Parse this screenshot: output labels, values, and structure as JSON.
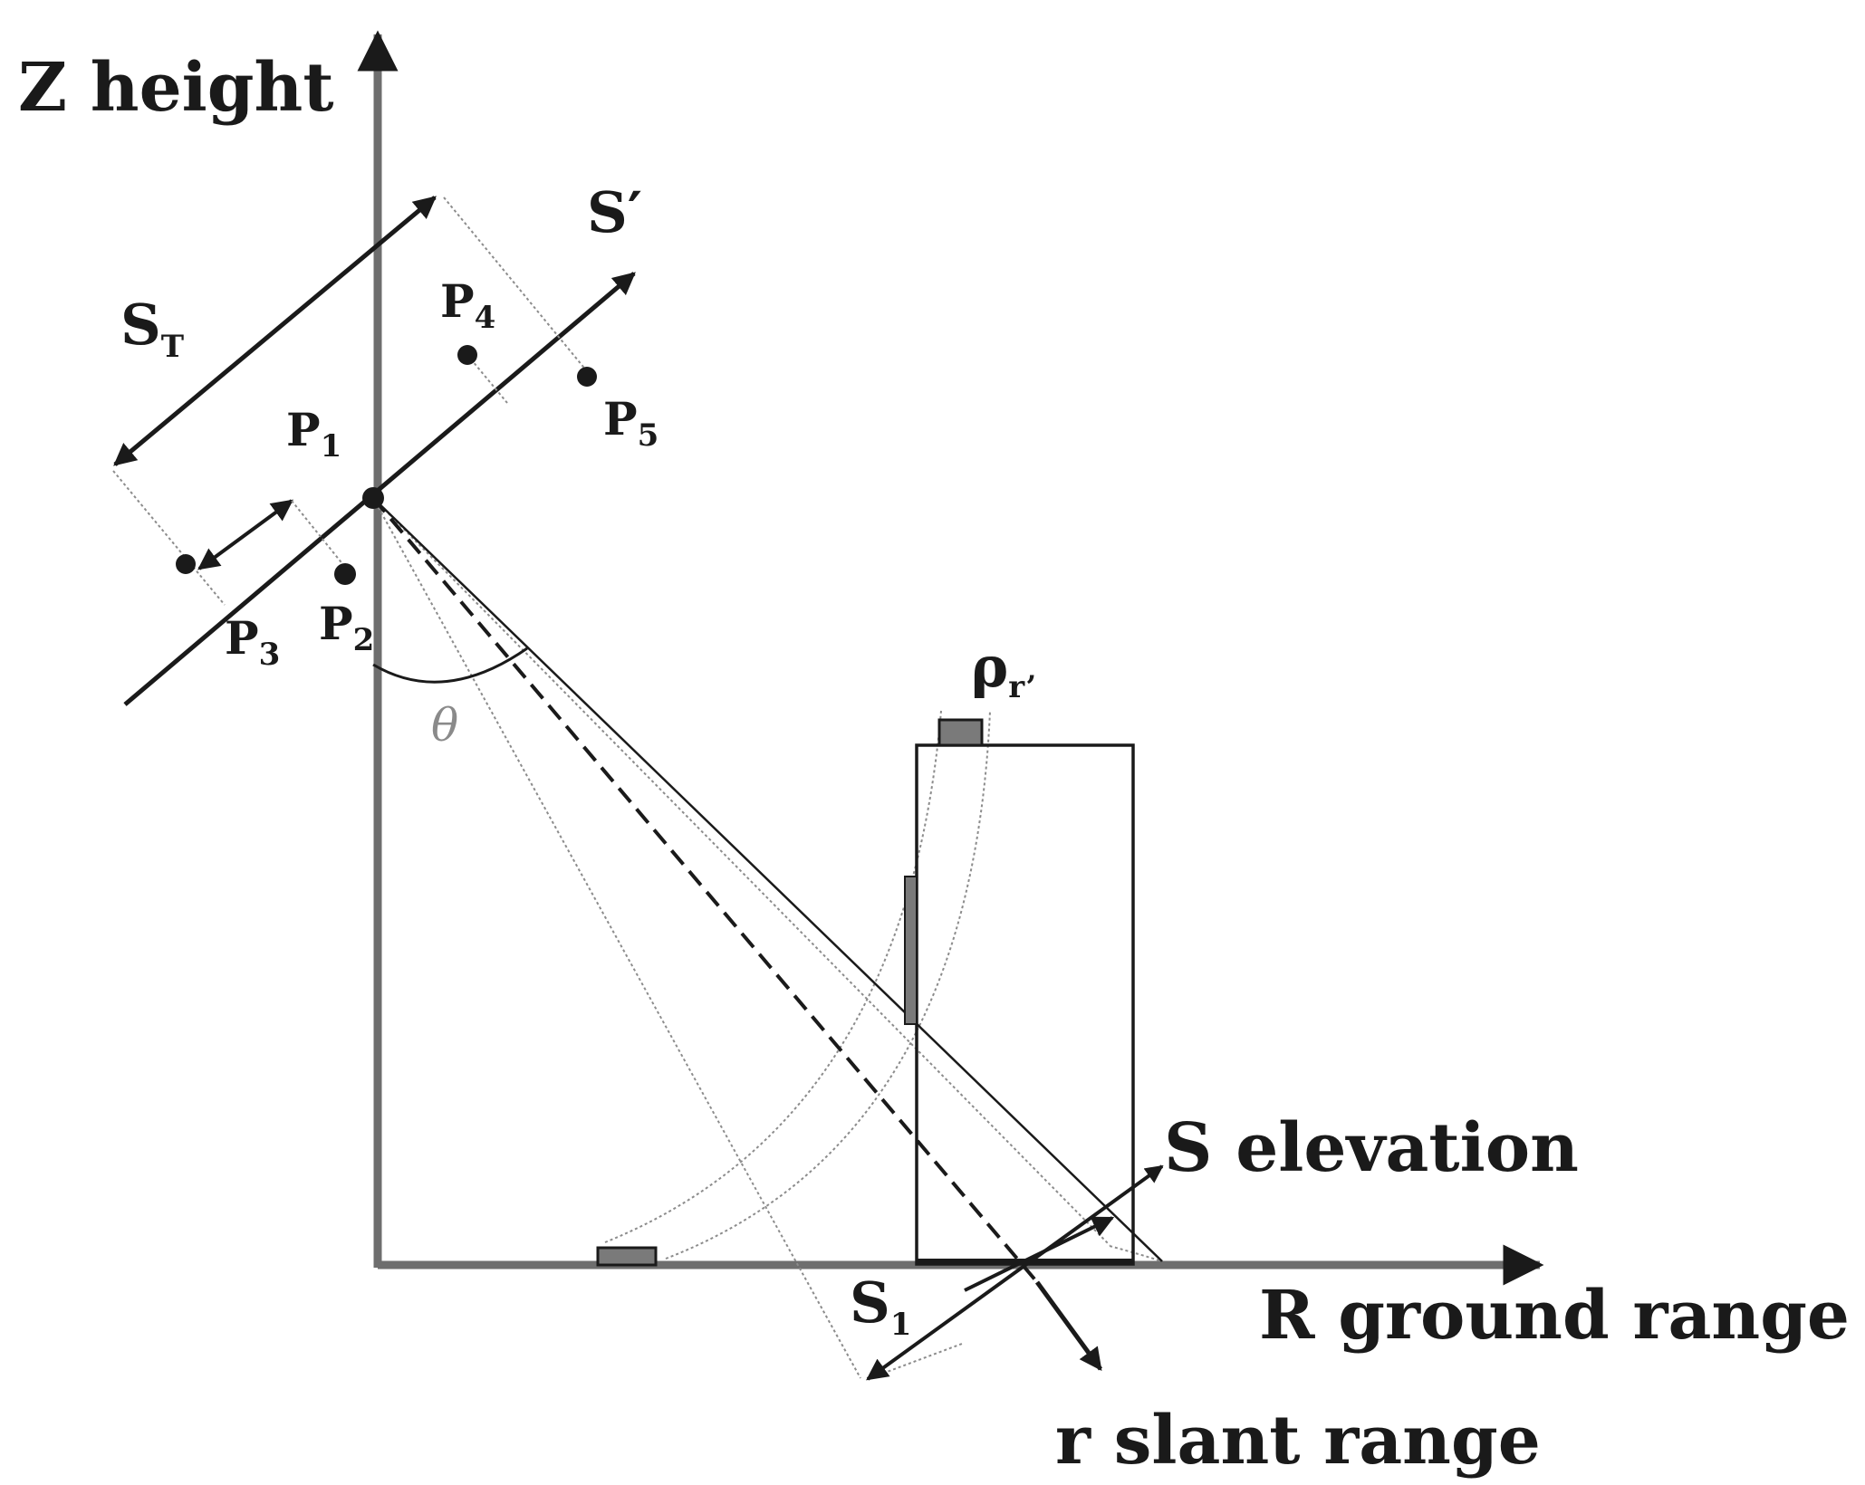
{
  "labels": {
    "z_axis": "Z height",
    "r_axis": "R ground range",
    "slant": "r slant range",
    "elevation": "S elevation",
    "s_prime": "S′",
    "s_t": {
      "main": "S",
      "sub": "T"
    },
    "s_1": {
      "main": "S",
      "sub": "1"
    },
    "rho": {
      "main": "ρ",
      "sub": "r’"
    },
    "theta": "θ",
    "points": [
      {
        "main": "P",
        "sub": "1"
      },
      {
        "main": "P",
        "sub": "2"
      },
      {
        "main": "P",
        "sub": "3"
      },
      {
        "main": "P",
        "sub": "4"
      },
      {
        "main": "P",
        "sub": "5"
      }
    ]
  },
  "colors": {
    "line": "#1a1a1a",
    "dotted": "#8c8c8c",
    "patch": "#7a7a7a",
    "theta": "#8a8a8a"
  }
}
